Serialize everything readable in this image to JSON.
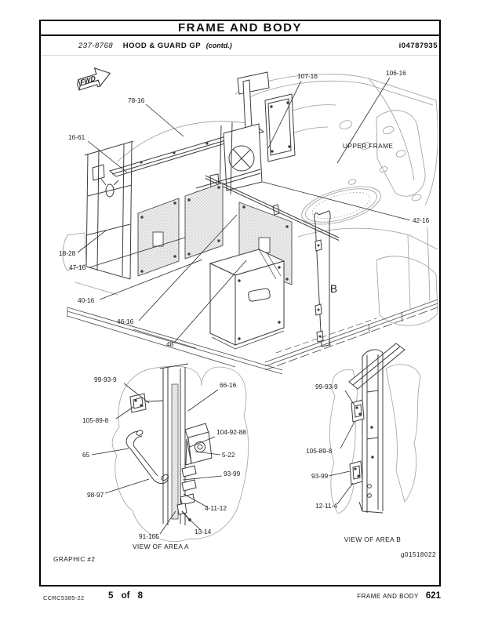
{
  "header": {
    "section_title": "FRAME AND BODY",
    "part_number": "237-8768",
    "part_name": "HOOD & GUARD GP",
    "contd_note": "(contd.)",
    "media_id": "i04787935"
  },
  "diagram": {
    "fwd_arrow_label": "FWD",
    "upper_frame_label": "UPPER FRAME",
    "area_b_marker": "B",
    "main_callouts": [
      "107-16",
      "106-16",
      "78-16",
      "16-61",
      "42-16",
      "18-28",
      "47-16",
      "40-16",
      "46-16",
      "48"
    ],
    "view_a": {
      "caption": "VIEW OF AREA A",
      "callouts": [
        "99-93-9",
        "66-16",
        "105-89-8",
        "104-92-88",
        "65",
        "5-22",
        "98-97",
        "93-99",
        "4-11-12",
        "91-105",
        "13-14"
      ]
    },
    "view_b": {
      "caption": "VIEW OF AREA B",
      "callouts": [
        "99-93-9",
        "105-89-8",
        "93-99",
        "12-11-4"
      ]
    },
    "graphic_label": "GRAPHIC #2",
    "graphic_id": "g01518022"
  },
  "footer": {
    "form_number": "CCRC5385-22",
    "page_position": "5 of 8",
    "section_title": "FRAME AND BODY",
    "page_number": "621"
  }
}
